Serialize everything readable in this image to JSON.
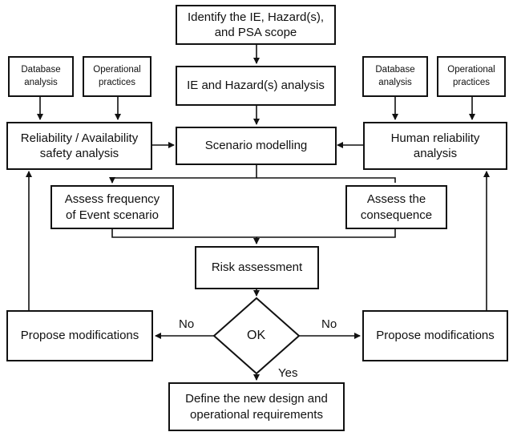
{
  "diagram": {
    "nodes": {
      "identify": "Identify the IE, Hazard(s),\nand PSA scope",
      "ie_analysis": "IE and Hazard(s) analysis",
      "db_left": "Database\nanalysis",
      "op_left": "Operational\npractices",
      "db_right": "Database\nanalysis",
      "op_right": "Operational\npractices",
      "reliability": "Reliability / Availability\nsafety analysis",
      "scenario": "Scenario modelling",
      "human": "Human reliability\nanalysis",
      "frequency": "Assess frequency\nof Event scenario",
      "consequence": "Assess the\nconsequence",
      "risk": "Risk assessment",
      "ok": "OK",
      "propose_left": "Propose modifications",
      "propose_right": "Propose modifications",
      "define": "Define the new design and\noperational requirements"
    },
    "edge_labels": {
      "no_left": "No",
      "no_right": "No",
      "yes": "Yes"
    },
    "colors": {
      "stroke": "#111111",
      "fill": "#ffffff"
    }
  }
}
